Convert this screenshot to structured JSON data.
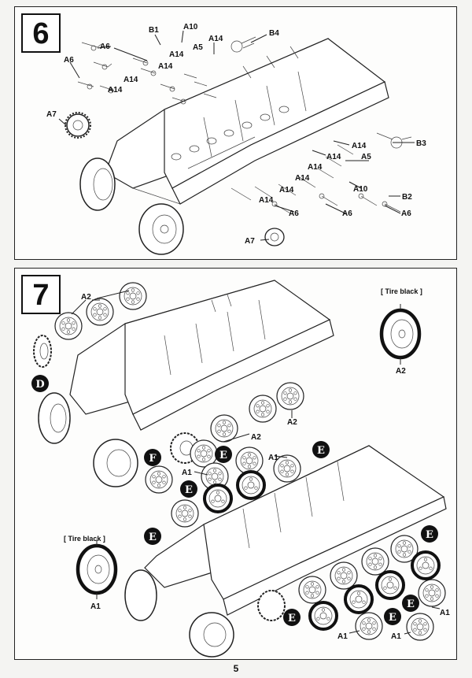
{
  "page": {
    "number": "5"
  },
  "step6": {
    "number": "6",
    "labels": {
      "a6_top": "A6",
      "a6_left": "A6",
      "b1": "B1",
      "a10_top": "A10",
      "a5_top": "A5",
      "a14_top": "A14",
      "b4": "B4",
      "a14_t1": "A14",
      "a14_t2": "A14",
      "a14_t3": "A14",
      "a14_t4": "A14",
      "a7_left": "A7",
      "a14_r1": "A14",
      "a14_r2": "A14",
      "a14_r3": "A14",
      "a5_right": "A5",
      "b3": "B3",
      "a14_b1": "A14",
      "a14_b2": "A14",
      "a14_b3": "A14",
      "a10_bottom": "A10",
      "b2": "B2",
      "a6_b1": "A6",
      "a6_b2": "A6",
      "a6_b3": "A6",
      "a7_bottom": "A7"
    }
  },
  "step7": {
    "number": "7",
    "tire_note_top": "[ Tire black ]",
    "tire_note_bottom": "[ Tire black ]",
    "labels": {
      "a2_top": "A2",
      "a2_tire": "A2",
      "a2_right": "A2",
      "a2_mid": "A2",
      "a1_mid": "A1",
      "a1_left": "A1",
      "a1_tire": "A1",
      "a1_r": "A1",
      "a1_b1": "A1",
      "a1_b2": "A1"
    },
    "markers": {
      "d": "D",
      "f": "F",
      "e1": "E",
      "e2": "E",
      "e3": "E",
      "e4": "E",
      "e5": "E",
      "e6": "E",
      "e7": "E",
      "e8": "E"
    }
  }
}
